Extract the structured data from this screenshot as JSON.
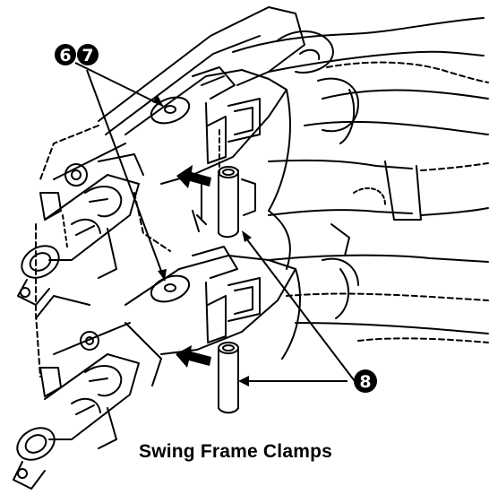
{
  "figure": {
    "caption": "Swing Frame Clamps",
    "callouts": [
      {
        "id": "callout-6",
        "label": "6"
      },
      {
        "id": "callout-7",
        "label": "7"
      },
      {
        "id": "callout-8",
        "label": "8"
      }
    ],
    "colors": {
      "ink": "#000000",
      "paper": "#ffffff"
    }
  }
}
